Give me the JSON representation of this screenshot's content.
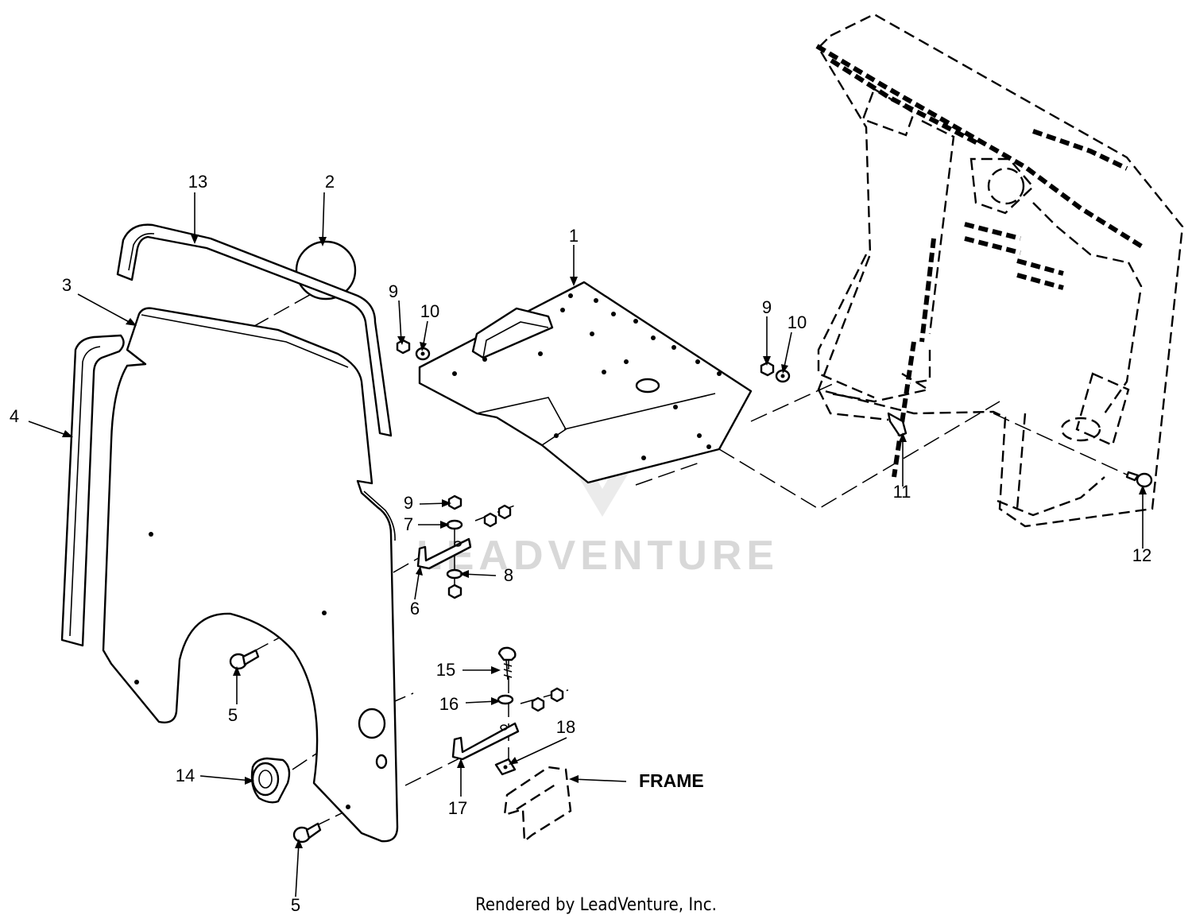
{
  "diagram": {
    "parts": [
      {
        "id": "1",
        "label": "1"
      },
      {
        "id": "2",
        "label": "2"
      },
      {
        "id": "3",
        "label": "3"
      },
      {
        "id": "4",
        "label": "4"
      },
      {
        "id": "5a",
        "label": "5"
      },
      {
        "id": "5b",
        "label": "5"
      },
      {
        "id": "6",
        "label": "6"
      },
      {
        "id": "7",
        "label": "7"
      },
      {
        "id": "8",
        "label": "8"
      },
      {
        "id": "9a",
        "label": "9"
      },
      {
        "id": "9b",
        "label": "9"
      },
      {
        "id": "9c",
        "label": "9"
      },
      {
        "id": "10a",
        "label": "10"
      },
      {
        "id": "10b",
        "label": "10"
      },
      {
        "id": "11",
        "label": "11"
      },
      {
        "id": "12",
        "label": "12"
      },
      {
        "id": "13",
        "label": "13"
      },
      {
        "id": "14",
        "label": "14"
      },
      {
        "id": "15",
        "label": "15"
      },
      {
        "id": "16",
        "label": "16"
      },
      {
        "id": "17",
        "label": "17"
      },
      {
        "id": "18",
        "label": "18"
      }
    ],
    "frame_label": "FRAME",
    "watermark": "LEADVENTURE",
    "footer": "Rendered by LeadVenture, Inc."
  }
}
